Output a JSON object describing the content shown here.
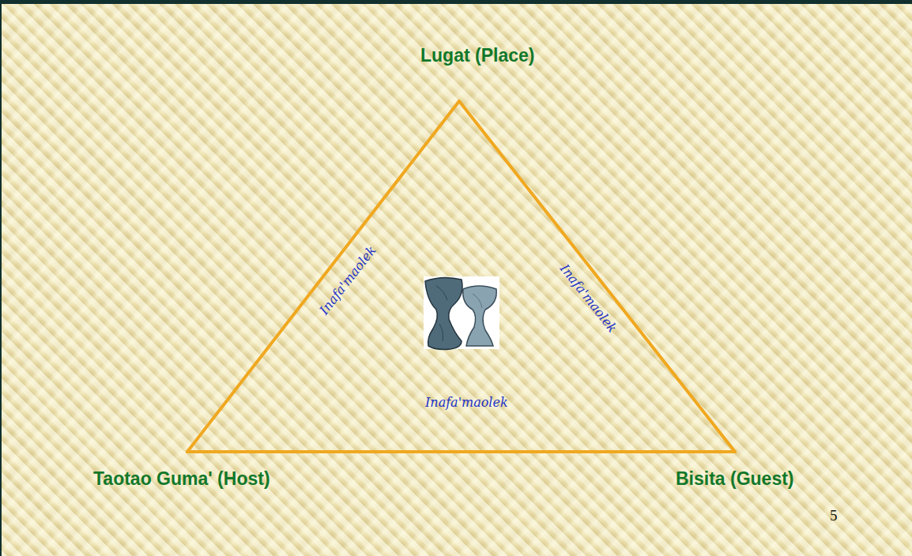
{
  "diagram": {
    "nodes": [
      {
        "text": [
          "Lugat (Place)"
        ]
      },
      {
        "text": [
          "Taotao Guma' (Host)"
        ]
      },
      {
        "text": [
          "Bisita (Guest)"
        ]
      }
    ],
    "edges": [
      {
        "from": 0,
        "to": 1,
        "arrow": "none",
        "label": "Inafa'maolek"
      },
      {
        "from": 0,
        "to": 2,
        "arrow": "none",
        "label": "Inafa'maolek"
      },
      {
        "from": 1,
        "to": 2,
        "arrow": "none",
        "label": "Inafa'maolek"
      }
    ],
    "labels": [
      "5"
    ]
  }
}
